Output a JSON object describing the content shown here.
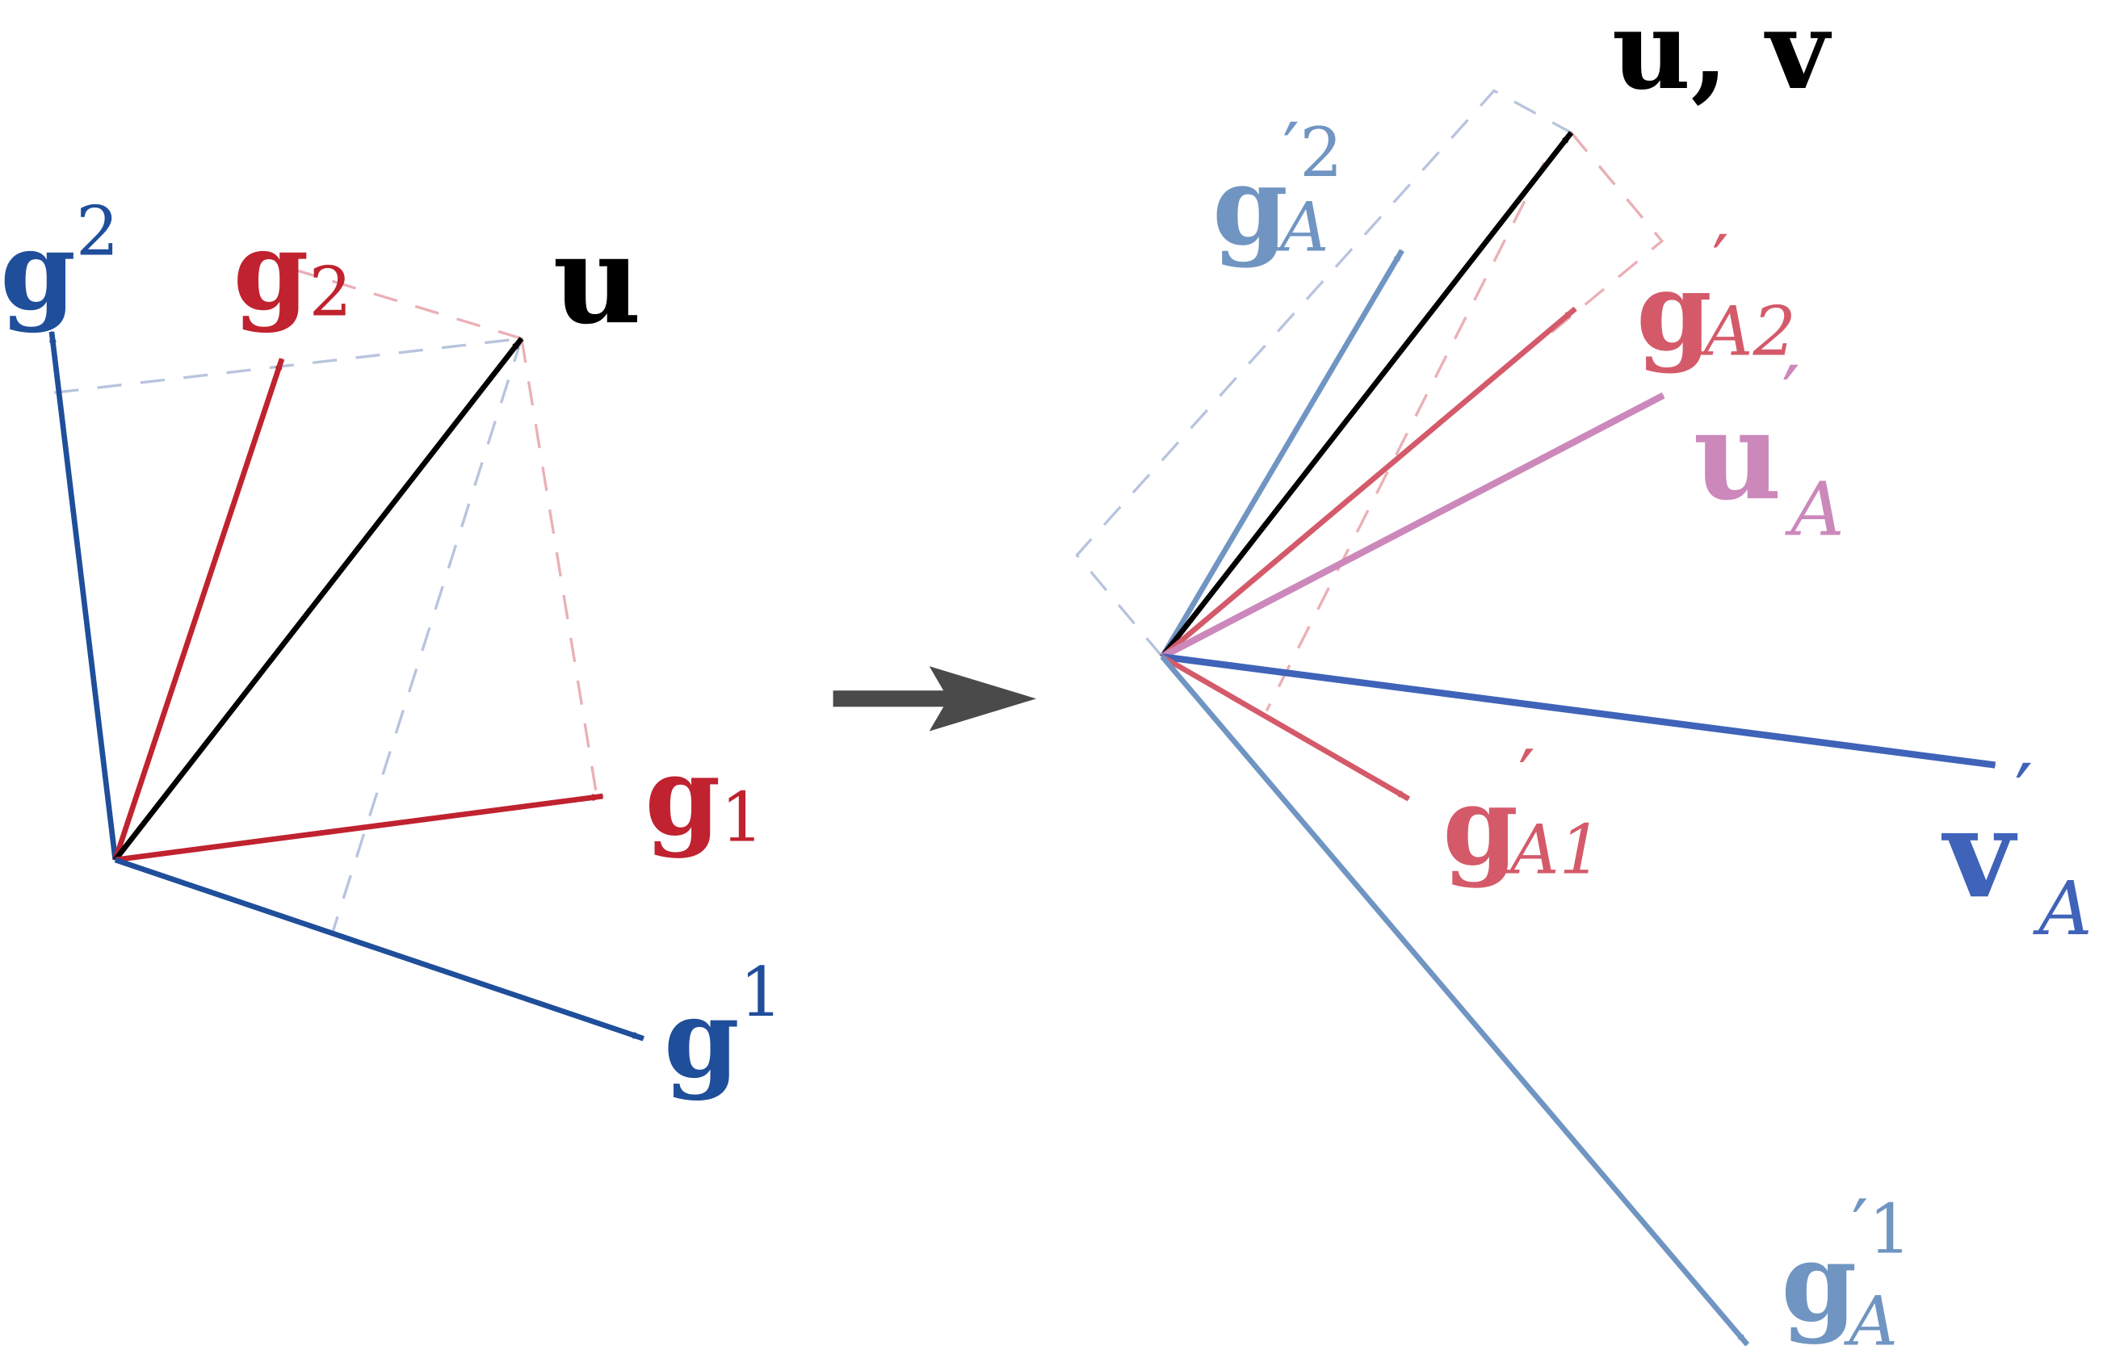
{
  "colors": {
    "dual_basis": "#1f4e9a",
    "basis": "#c0222f",
    "vector": "#000000",
    "transform_arrow": "#4a4a4a",
    "dual_basis_transformed": "#7095c2",
    "basis_transformed": "#d45a6a",
    "u_transformed": "#cc88bb",
    "v_transformed": "#3f63b8"
  },
  "left": {
    "g_upper2": {
      "base": "g",
      "index": "2"
    },
    "g_lower2": {
      "base": "g",
      "index": "2"
    },
    "u": {
      "base": "u"
    },
    "g_lower1": {
      "base": "g",
      "index": "1"
    },
    "g_upper1": {
      "base": "g",
      "index": "1"
    }
  },
  "right": {
    "uv": {
      "text": "u, v"
    },
    "gA_upper2": {
      "base": "g",
      "prime": "′",
      "sub": "A",
      "sup": "2"
    },
    "gA_lower2": {
      "base": "g",
      "prime": "′",
      "sub": "A2"
    },
    "uA": {
      "base": "u",
      "prime": "′",
      "sub": "A"
    },
    "vA": {
      "base": "v",
      "prime": "′",
      "sub": "A"
    },
    "gA_lower1": {
      "base": "g",
      "prime": "′",
      "sub": "A1"
    },
    "gA_upper1": {
      "base": "g",
      "prime": "′",
      "sub": "A",
      "sup": "1"
    }
  }
}
